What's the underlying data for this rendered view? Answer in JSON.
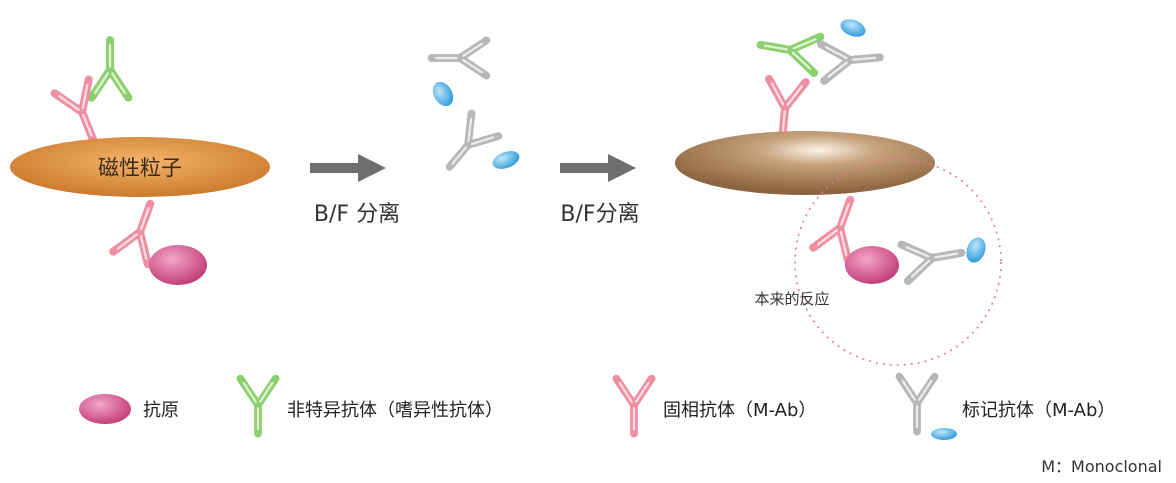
{
  "particle_label": "磁性粒子",
  "separation_labels": [
    "B/F 分离",
    "B/F分离"
  ],
  "reaction_note": "本来的反应",
  "legend": [
    {
      "label": "抗原"
    },
    {
      "label": "非特异抗体（嗜异性抗体）"
    },
    {
      "label": "固相抗体（M-Ab）"
    },
    {
      "label": "标记抗体（M-Ab）"
    }
  ],
  "footnote": "M：Monoclonal",
  "colors": {
    "antigen": "#d2558c",
    "nonspecific_antibody": "#8ccf6e",
    "solid_phase_antibody": "#ee8fa3",
    "labeled_antibody": "#b7b7b7",
    "label_tag": "#3aa7e2",
    "particle_orange": "#dc8a3a",
    "particle_brown": "#a57a52",
    "arrow": "#6e6e6e",
    "reaction_circle": "#e07a98"
  }
}
